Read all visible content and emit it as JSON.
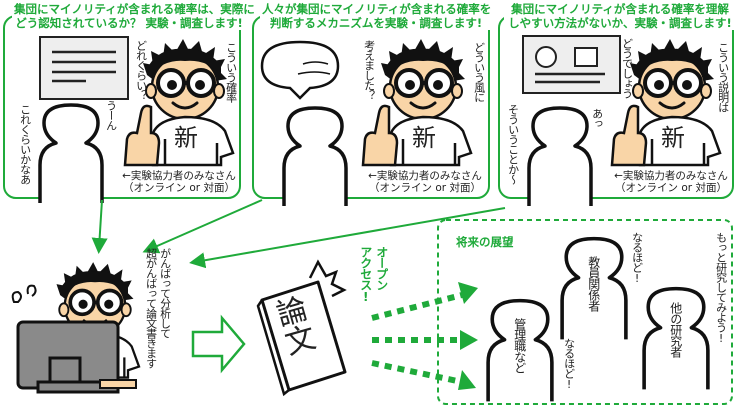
{
  "colors": {
    "accent_green": "#1faa3a",
    "skin": "#f9d5a7",
    "monitor_gray": "#8a8a8a",
    "screen_gray": "#eeeeee"
  },
  "panels": [
    {
      "title_line1": "集団にマイノリティが含まれる確率は、実際に",
      "title_line2": "どう認知されているか？ 実験・調査します!",
      "researcher_speech_a": "どれくらい？",
      "researcher_speech_b": "こういう確率",
      "participant_speech_a": "うーん",
      "participant_speech_b": "これくらいかなあ",
      "shirt_kanji": "新",
      "caption_line1": "←実験協力者のみなさん",
      "caption_line2": "（オンライン or 対面）",
      "prop": "document-screen"
    },
    {
      "title_line1": "人々が集団にマイノリティが含まれる確率を",
      "title_line2": "判断するメカニズムを実験・調査します!",
      "researcher_speech_a": "考えました？",
      "researcher_speech_b": "どういう風に",
      "shirt_kanji": "新",
      "caption_line1": "←実験協力者のみなさん",
      "caption_line2": "（オンライン or 対面）",
      "prop": "thought-bubble"
    },
    {
      "title_line1": "集団にマイノリティが含まれる確率を理解",
      "title_line2": "しやすい方法がないか、実験・調査します!",
      "researcher_speech_a": "どうでしょう",
      "researcher_speech_b": "こういう説明は",
      "participant_speech_a": "あっ",
      "participant_speech_b": "そういうことか～",
      "shirt_kanji": "新",
      "caption_line1": "←実験協力者のみなさん",
      "caption_line2": "（オンライン or 対面）",
      "prop": "diagram-screen"
    }
  ],
  "analysis": {
    "line1": "がんばって分析して",
    "line2": "超がんばって論文書きます"
  },
  "paper": {
    "label": "論文"
  },
  "open_access": {
    "line1": "オープン",
    "line2": "アクセス!"
  },
  "future": {
    "heading": "将来の展望",
    "audiences": [
      {
        "label": "管理職など",
        "reaction": "なるほど!"
      },
      {
        "label": "教員関係者",
        "reaction": "なるほど!"
      },
      {
        "label": "他の研究者",
        "reaction": "もっと研究してみよう!"
      }
    ]
  }
}
